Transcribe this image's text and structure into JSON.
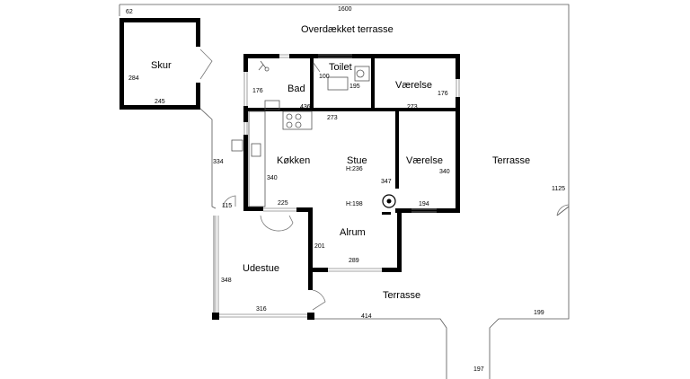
{
  "rooms": {
    "skur": "Skur",
    "overdaekket": "Overdækket terrasse",
    "bad": "Bad",
    "toilet": "Toilet",
    "vaerelse1": "Værelse",
    "koekken": "Køkken",
    "stue": "Stue",
    "vaerelse2": "Værelse",
    "terrasse_right": "Terrasse",
    "alrum": "Alrum",
    "udestue": "Udestue",
    "terrasse_bottom": "Terrasse"
  },
  "dims": {
    "d1600": "1600",
    "d62": "62",
    "d284": "284",
    "d245": "245",
    "d176a": "176",
    "d100": "100",
    "d195": "195",
    "d176b": "176",
    "d436": "436",
    "d273a": "273",
    "d273b": "273",
    "d334": "334",
    "stue_h": "H:236",
    "d340a": "340",
    "d347": "347",
    "d340b": "340",
    "d1125": "1125",
    "d115": "115",
    "d225": "225",
    "h198": "H:198",
    "d194": "194",
    "d201": "201",
    "d289": "289",
    "d348": "348",
    "d316": "316",
    "d414": "414",
    "d199": "199",
    "d197": "197"
  }
}
